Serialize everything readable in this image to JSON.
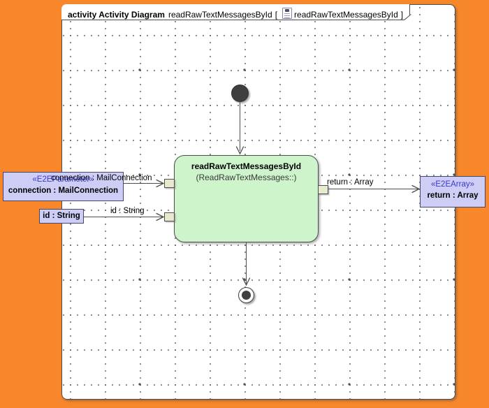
{
  "frame": {
    "tab": {
      "keyword": "activity Activity Diagram",
      "diagram_name": "readRawTextMessagesById",
      "bracket_open": "[",
      "context_name": "readRawTextMessagesById",
      "bracket_close": "]"
    }
  },
  "activity": {
    "name": "readRawTextMessagesById",
    "behavior": "(ReadRawTextMessages::)"
  },
  "parameter_nodes": {
    "connection": {
      "stereotype": "«E2EParameter»",
      "name": "connection : MailConnection"
    },
    "id": {
      "name": "id : String"
    },
    "return": {
      "stereotype": "«E2EArray»",
      "name": "return : Array"
    }
  },
  "edge_labels": {
    "connection": "connection : MailConnection",
    "id": "id : String",
    "return": "return : Array"
  },
  "colors": {
    "app_background": "#f8872b",
    "activity_fill": "#cdf4cb",
    "parameter_fill": "#cdcdf6",
    "stereotype_text": "#3939cf",
    "pin_fill": "#e9e9cd",
    "line": "#4d4d4d"
  }
}
